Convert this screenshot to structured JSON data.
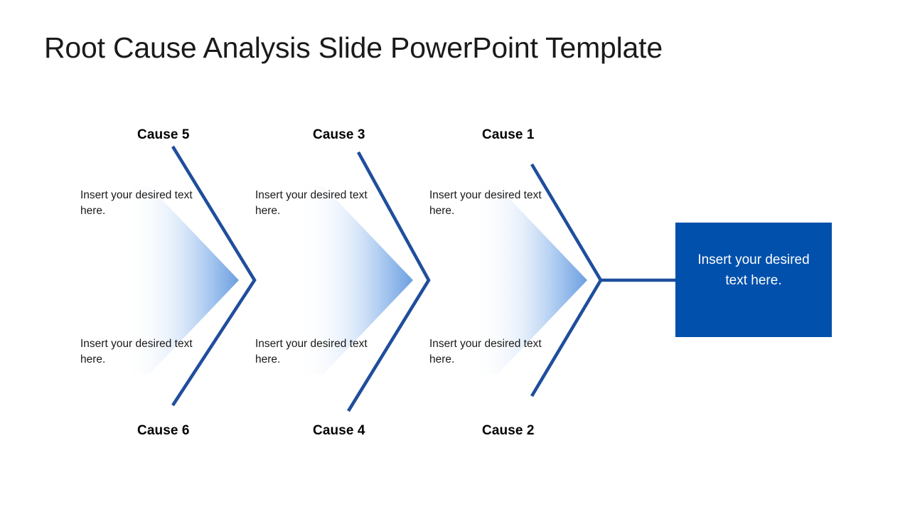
{
  "slide": {
    "title": "Root Cause Analysis Slide PowerPoint Template",
    "background_color": "#FFFFFF"
  },
  "colors": {
    "accent_stroke": "#1F4E9C",
    "result_box_fill": "#0050AC",
    "chevron_gradient_start": "#FFFFFF",
    "chevron_gradient_end": "#79A9E8",
    "divider_line": "#2A3F55",
    "title_text": "#1A1A1A",
    "note_text": "#1A1A1A",
    "result_box_text": "#FFFFFF"
  },
  "diagram": {
    "type": "fishbone-root-cause-analysis",
    "groups": [
      {
        "id": "group-left",
        "top_label": "Cause 5",
        "bottom_label": "Cause 6",
        "top_note": "Insert your desired text here.",
        "bottom_note": "Insert your desired text here."
      },
      {
        "id": "group-middle",
        "top_label": "Cause 3",
        "bottom_label": "Cause 4",
        "top_note": "Insert your desired text here.",
        "bottom_note": "Insert your desired text here."
      },
      {
        "id": "group-right",
        "top_label": "Cause 1",
        "bottom_label": "Cause 2",
        "top_note": "Insert your desired text here.",
        "bottom_note": "Insert your desired text here."
      }
    ],
    "result_box": {
      "text": "Insert your desired text here."
    }
  }
}
